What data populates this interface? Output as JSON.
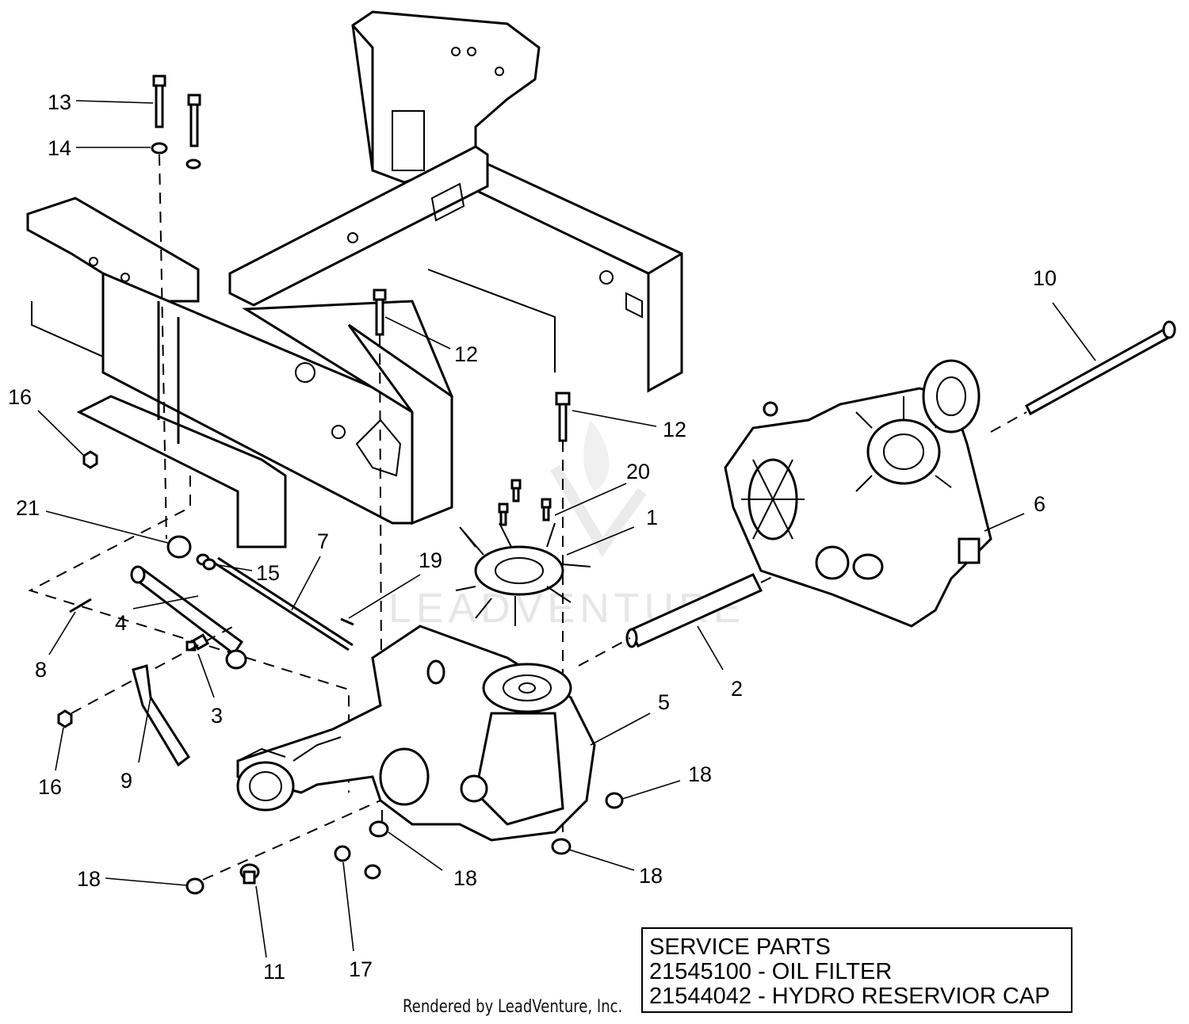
{
  "watermark": "LEADVENTURE",
  "callouts": [
    {
      "id": "c13",
      "label": "13"
    },
    {
      "id": "c14",
      "label": "14"
    },
    {
      "id": "c16a",
      "label": "16"
    },
    {
      "id": "c21",
      "label": "21"
    },
    {
      "id": "c15",
      "label": "15"
    },
    {
      "id": "c7",
      "label": "7"
    },
    {
      "id": "c4",
      "label": "4"
    },
    {
      "id": "c8",
      "label": "8"
    },
    {
      "id": "c3",
      "label": "3"
    },
    {
      "id": "c16b",
      "label": "16"
    },
    {
      "id": "c9",
      "label": "9"
    },
    {
      "id": "c12a",
      "label": "12"
    },
    {
      "id": "c12b",
      "label": "12"
    },
    {
      "id": "c20",
      "label": "20"
    },
    {
      "id": "c1",
      "label": "1"
    },
    {
      "id": "c19",
      "label": "19"
    },
    {
      "id": "c10",
      "label": "10"
    },
    {
      "id": "c6",
      "label": "6"
    },
    {
      "id": "c2",
      "label": "2"
    },
    {
      "id": "c5",
      "label": "5"
    },
    {
      "id": "c18a",
      "label": "18"
    },
    {
      "id": "c18b",
      "label": "18"
    },
    {
      "id": "c18c",
      "label": "18"
    },
    {
      "id": "c18d",
      "label": "18"
    },
    {
      "id": "c11",
      "label": "11"
    },
    {
      "id": "c17",
      "label": "17"
    }
  ],
  "service_parts": {
    "title": "SERVICE PARTS",
    "lines": [
      "21545100 - OIL FILTER",
      "21544042 - HYDRO RESERVIOR CAP"
    ]
  },
  "footer": {
    "rendered_by": "Rendered by LeadVenture, Inc."
  }
}
